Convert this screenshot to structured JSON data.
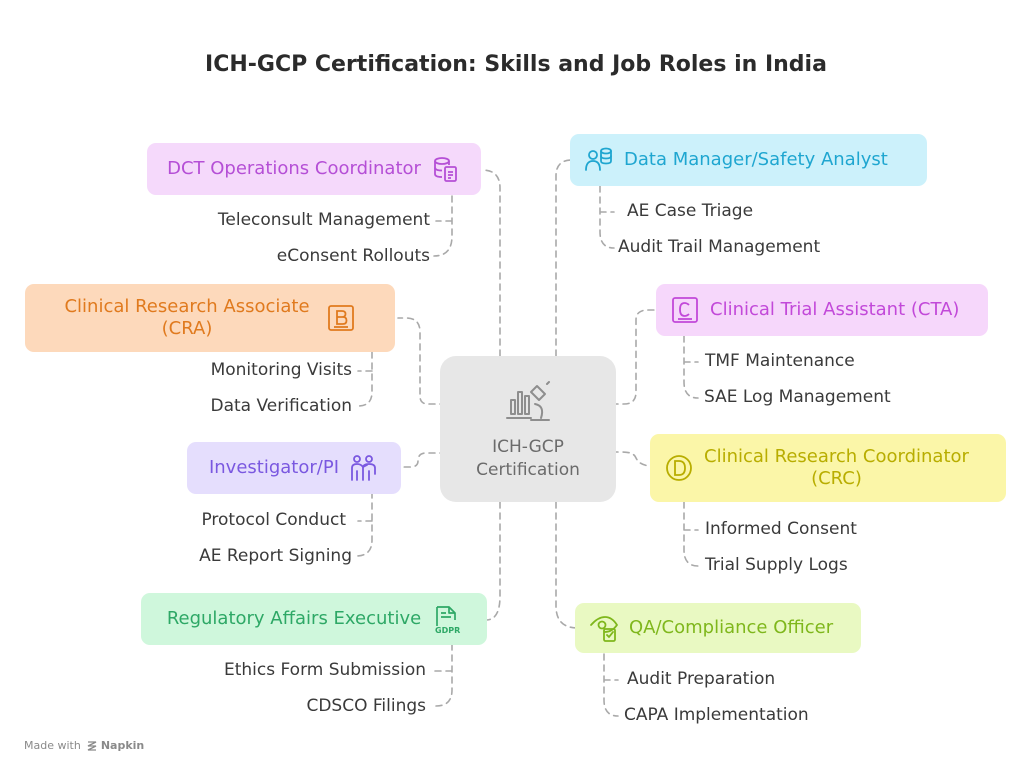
{
  "title": "ICH-GCP Certification: Skills and Job Roles in India",
  "center": {
    "line1": "ICH-GCP",
    "line2": "Certification",
    "icon": "microscope-chart-icon"
  },
  "colors": {
    "dct": {
      "bg": "#f5d9fb",
      "fg": "#b54fd6"
    },
    "cra": {
      "bg": "#fdd9bb",
      "fg": "#e07a1e"
    },
    "pi": {
      "bg": "#e5defd",
      "fg": "#7a58e0"
    },
    "reg": {
      "bg": "#cff7dc",
      "fg": "#2ea866"
    },
    "dm": {
      "bg": "#ccf1fb",
      "fg": "#1fa6d0"
    },
    "cta": {
      "bg": "#f6d7fb",
      "fg": "#c249d9"
    },
    "crc": {
      "bg": "#fbf6a8",
      "fg": "#b8ad00"
    },
    "qa": {
      "bg": "#e9f9c2",
      "fg": "#7fb71c"
    }
  },
  "roles": {
    "dct": {
      "label": "DCT Operations Coordinator",
      "icon": "database-document-icon",
      "items": [
        "Teleconsult Management",
        "eConsent Rollouts"
      ]
    },
    "cra": {
      "label_line1": "Clinical Research Associate",
      "label_line2": "(CRA)",
      "icon": "letter-b-icon",
      "items": [
        "Monitoring Visits",
        "Data Verification"
      ]
    },
    "pi": {
      "label": "Investigator/PI",
      "icon": "presenter-icon",
      "items": [
        "Protocol Conduct",
        "AE Report Signing"
      ]
    },
    "reg": {
      "label": "Regulatory Affairs Executive",
      "icon": "gdpr-document-icon",
      "items": [
        "Ethics Form Submission",
        "CDSCO Filings"
      ]
    },
    "dm": {
      "label": "Data Manager/Safety Analyst",
      "icon": "user-database-icon",
      "items": [
        "AE Case Triage",
        "Audit Trail Management"
      ]
    },
    "cta": {
      "label": "Clinical Trial Assistant (CTA)",
      "icon": "letter-c-icon",
      "items": [
        "TMF Maintenance",
        "SAE Log Management"
      ]
    },
    "crc": {
      "label_line1": "Clinical Research Coordinator",
      "label_line2": "(CRC)",
      "icon": "letter-d-icon",
      "items": [
        "Informed Consent",
        "Trial Supply Logs"
      ]
    },
    "qa": {
      "label": "QA/Compliance Officer",
      "icon": "eye-checklist-icon",
      "items": [
        "Audit Preparation",
        "CAPA Implementation"
      ]
    }
  },
  "credit": {
    "prefix": "Made with",
    "brand": "Napkin"
  }
}
